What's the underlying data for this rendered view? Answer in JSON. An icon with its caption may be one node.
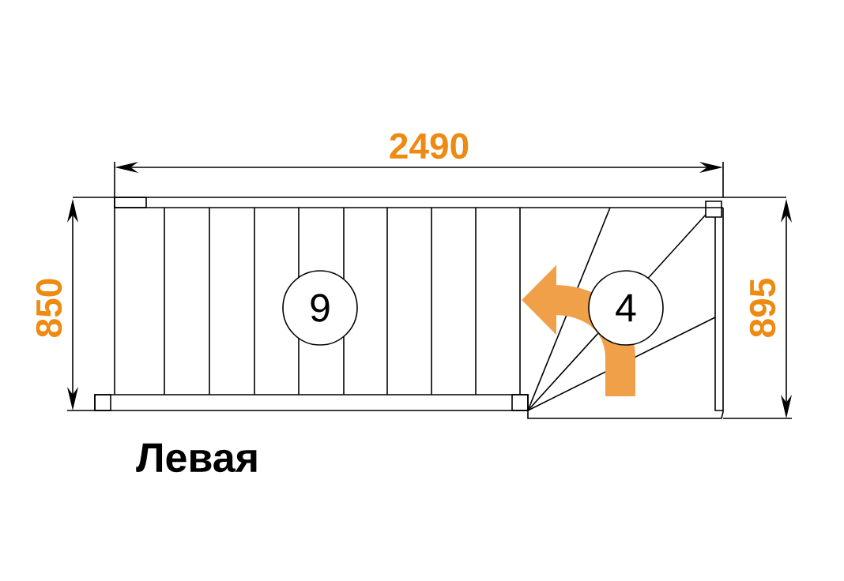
{
  "diagram": {
    "nodes": [
      {
        "text": [
          "9"
        ]
      },
      {
        "text": [
          "4"
        ]
      }
    ],
    "labels": [
      "2490",
      "850",
      "895",
      "Левая"
    ]
  }
}
